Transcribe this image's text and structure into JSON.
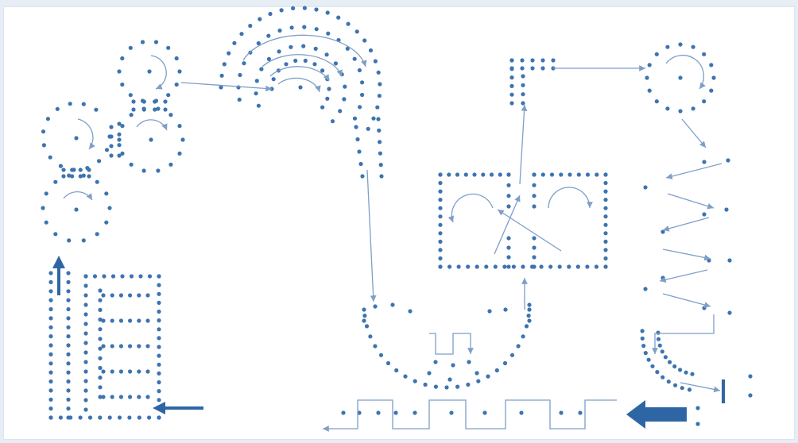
{
  "diagram": {
    "colors": {
      "dot": "#3d74b0",
      "line": "#7d9fc8",
      "accent": "#2e66a5",
      "background": "#ffffff"
    },
    "elements": [
      "serpentine-grid",
      "gear-cluster",
      "spiral",
      "recirculation-chamber",
      "wave-mixer",
      "output-pulse-train",
      "zigzag-channel",
      "inlet-arrow"
    ]
  }
}
